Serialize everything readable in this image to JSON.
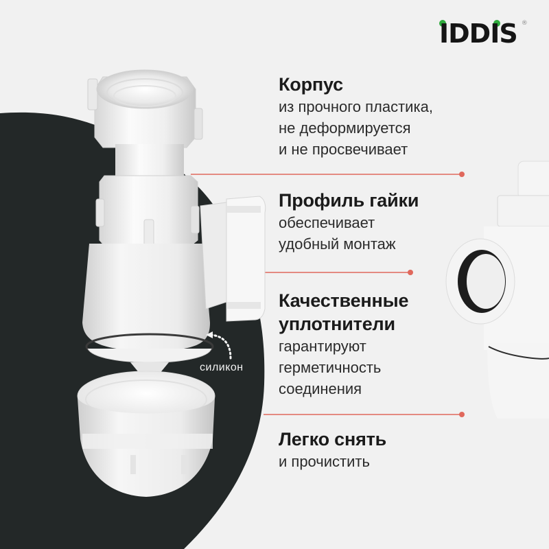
{
  "brand": {
    "name": "IDDIS",
    "registered_mark": "®",
    "dot_color": "#2eaa3c"
  },
  "features": [
    {
      "title": "Корпус",
      "description": "из прочного пластика,\nне деформируется\nи не просвечивает"
    },
    {
      "title": "Профиль гайки",
      "description": "обеспечивает\nудобный монтаж"
    },
    {
      "title": "Качественные\nуплотнители",
      "description": "гарантируют\nгерметичность\nсоединения"
    },
    {
      "title": "Легко снять",
      "description": "и прочистить"
    }
  ],
  "annotation": {
    "label": "силикон",
    "icon": "dotted-curved-arrow-icon"
  },
  "colors": {
    "background": "#f1f1f1",
    "dark_shape": "#232828",
    "accent_line": "#e0685c",
    "text_dark": "#1b1b1b",
    "product_white": "#f7f7f7"
  }
}
